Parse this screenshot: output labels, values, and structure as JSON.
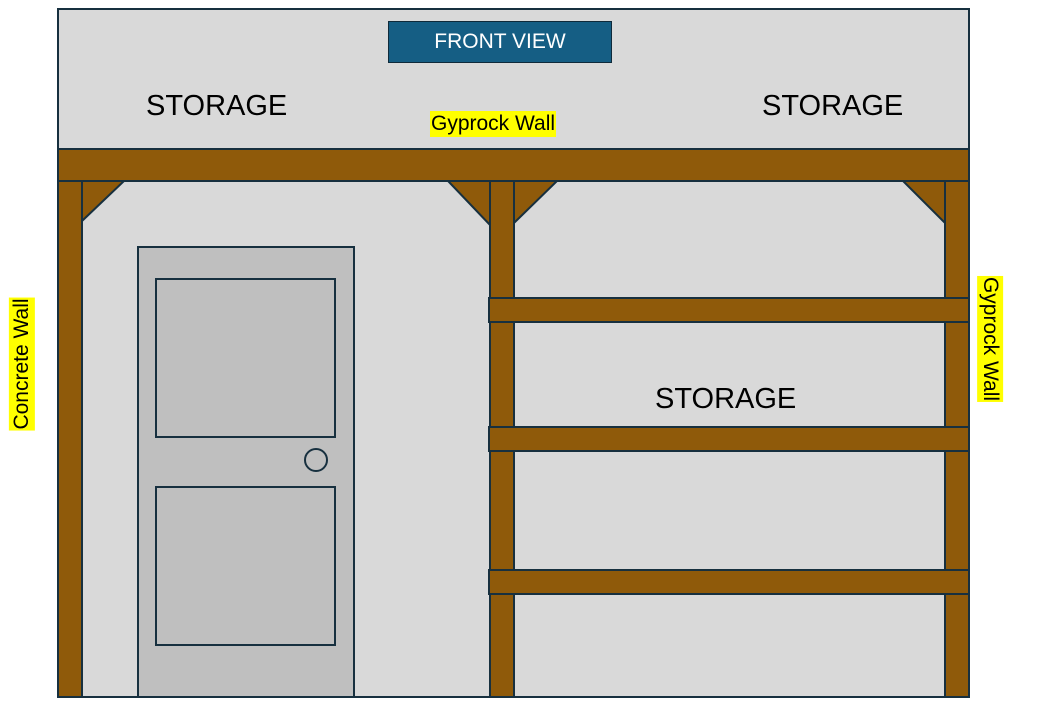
{
  "title": "FRONT VIEW",
  "labels": {
    "storage_top_left": "STORAGE",
    "storage_top_right": "STORAGE",
    "storage_shelves": "STORAGE",
    "gyprock_wall_top": "Gyprock Wall",
    "gyprock_wall_right": "Gyprock Wall",
    "concrete_wall_left": "Concrete Wall"
  },
  "colors": {
    "wall_fill": "#d9d9d9",
    "timber": "#8f5a0a",
    "outline": "#17303f",
    "door": "#bfbfbf",
    "title_fill": "#155e84",
    "highlight": "#ffff00"
  }
}
